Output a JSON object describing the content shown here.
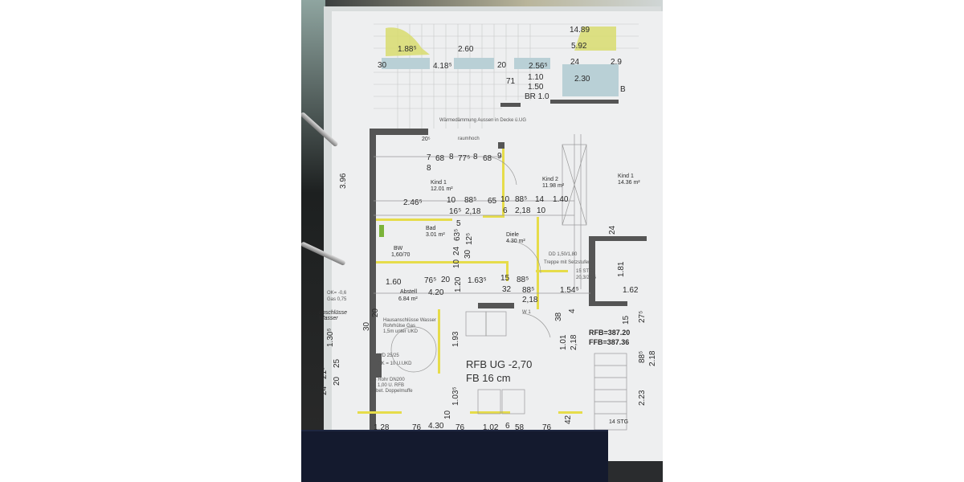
{
  "plan": {
    "top_dims": [
      "1.88⁵",
      "2.60",
      "14.89",
      "5.92",
      "30",
      "4.18⁵",
      "20",
      "2.56⁵",
      "24",
      "2.9",
      "71",
      "1.10",
      "1.50",
      "BR 1.0",
      "2.30",
      "B"
    ],
    "notes": [
      "Wärmedämmung Aussen in Decke ü.UG",
      "20⁵",
      "raumhoch"
    ],
    "rooms": [
      {
        "name": "Kind 1",
        "area": "12.01 m²"
      },
      {
        "name": "Kind 2",
        "area": "11.98 m²"
      },
      {
        "name": "Kind 1",
        "area": "14.36 m²"
      },
      {
        "name": "Bad",
        "area": "3.01 m²"
      },
      {
        "name": "Diele",
        "area": "4.30 m²"
      },
      {
        "name": "Abstell",
        "area": "6.84 m²"
      }
    ],
    "dims_row1": [
      "7",
      "68",
      "8",
      "77⁵",
      "8",
      "68",
      "9",
      "8"
    ],
    "dims_row2": [
      "2.46⁵",
      "10",
      "88⁵",
      "65",
      "10",
      "88⁵",
      "14",
      "1.40",
      "16⁵",
      "2,18",
      "6",
      "2,18",
      "10"
    ],
    "dims_mid": [
      "BW",
      "1,60/70",
      "63⁵",
      "5",
      "24",
      "30",
      "12⁵",
      "10",
      "1.60",
      "76⁵",
      "20",
      "1.20",
      "1.63⁵",
      "15",
      "88⁵",
      "4.20",
      "32",
      "88⁵",
      "2,18",
      "1.54⁵",
      "1.62",
      "1.81",
      "24",
      "3.96"
    ],
    "stair_notes": [
      "DD 1,50/1,80",
      "Treppe mit Setzstufen",
      "15 STG",
      "20,3/23,5",
      "14 STG"
    ],
    "left_notes": [
      "OK= -0,6",
      "Gas 0,75",
      "anschlüsse Wasser",
      "1.30⁵",
      "24",
      "21⁵",
      "20",
      "25",
      "30",
      "20"
    ],
    "utility_notes": [
      "Hausanschlüsse Wasser",
      "Rohrhülse Gas",
      "1,5m unter UKD",
      "WD 25/25",
      "OK = 10 U.UKD",
      "KG Rohr DN200",
      "UK 1,00 U. RFB",
      "einbet. Doppelmuffe"
    ],
    "main_label": [
      "RFB UG -2,70",
      "FB 16 cm"
    ],
    "levels": [
      "RFB=387.20",
      "FFB=387.36"
    ],
    "right_dims": [
      "15",
      "27⁵",
      "88⁵",
      "2.18",
      "2.23",
      "38",
      "4",
      "1.01",
      "2,18",
      "42"
    ],
    "bottom_dims": [
      "1.93",
      "1.03⁵",
      "10",
      "1.28",
      "76",
      "4.30",
      "76",
      "1.02",
      "6",
      "58",
      "76"
    ],
    "marker": "W 1"
  },
  "colors": {
    "wall": "#555555",
    "yellow_wall": "#e6dc4a",
    "green_area": "#d8dc6e",
    "terrace_blue": "#b9d0d6",
    "paper": "#eeeff0",
    "binder": "#141a2e"
  }
}
